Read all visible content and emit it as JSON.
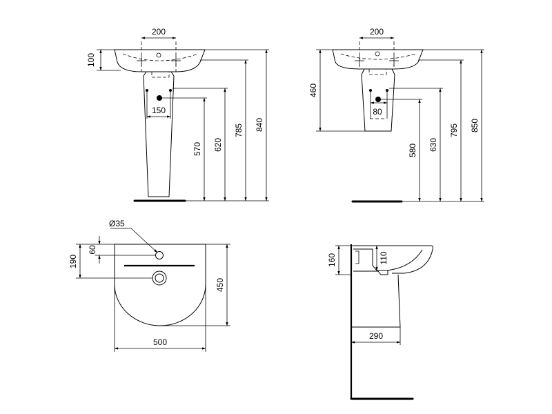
{
  "views": {
    "front_pedestal": {
      "tap_spacing": "200",
      "bowl_depth": "100",
      "fixing_spacing": "150",
      "waste_height": "570",
      "fixing_height": "620",
      "rim_inner_height": "785",
      "rim_height": "840"
    },
    "front_semi_pedestal": {
      "tap_spacing": "200",
      "bowl_height": "460",
      "fixing_spacing": "80",
      "waste_height": "580",
      "fixing_height": "630",
      "rim_inner_height": "795",
      "rim_height": "850"
    },
    "plan": {
      "tap_hole_diameter": "Ø35",
      "tap_hole_offset": "60",
      "waste_offset": "190",
      "depth": "450",
      "width": "500"
    },
    "side": {
      "front_height": "160",
      "overflow_height": "110",
      "pedestal_depth": "290"
    }
  }
}
